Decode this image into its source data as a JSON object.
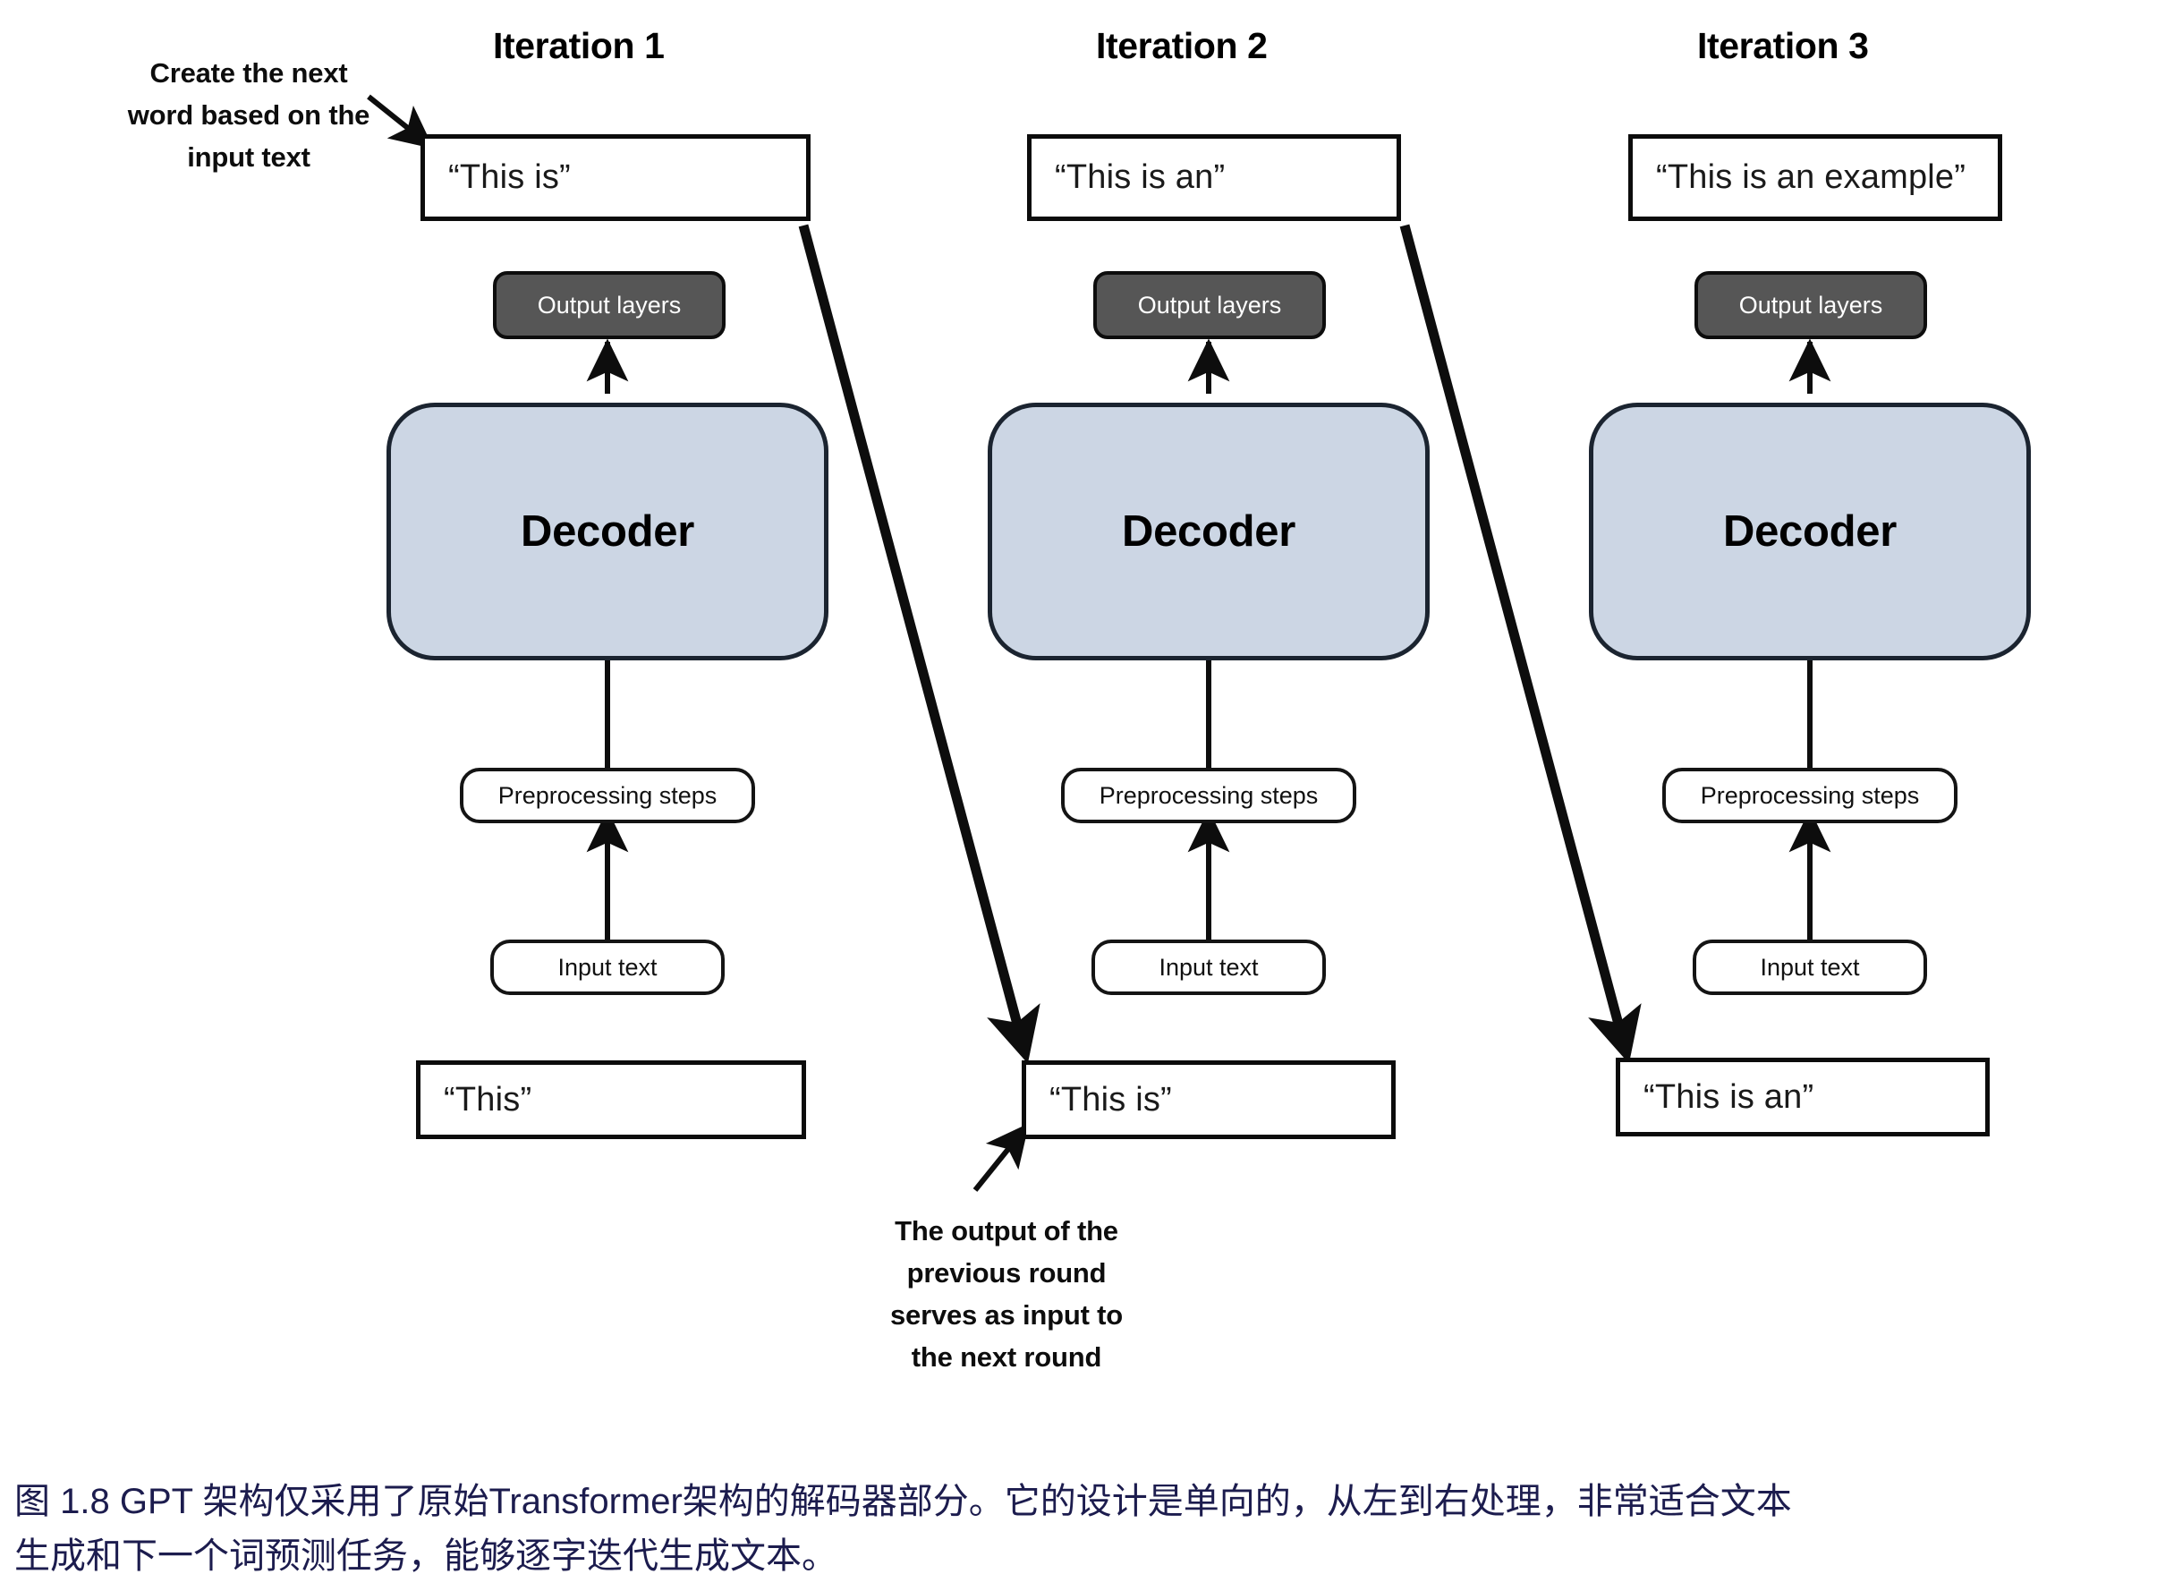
{
  "figure": {
    "iterations": [
      {
        "title": "Iteration 1",
        "top_box_text": "“This is”",
        "output_layers_label": "Output layers",
        "decoder_label": "Decoder",
        "preprocessing_label": "Preprocessing steps",
        "input_label": "Input text",
        "bottom_box_text": "“This”"
      },
      {
        "title": "Iteration 2",
        "top_box_text": "“This is an”",
        "output_layers_label": "Output layers",
        "decoder_label": "Decoder",
        "preprocessing_label": "Preprocessing steps",
        "input_label": "Input text",
        "bottom_box_text": "“This is”"
      },
      {
        "title": "Iteration 3",
        "top_box_text": "“This is an example”",
        "output_layers_label": "Output layers",
        "decoder_label": "Decoder",
        "preprocessing_label": "Preprocessing steps",
        "input_label": "Input text",
        "bottom_box_text": "“This is an”"
      }
    ],
    "annotations": {
      "top_left_callout": "Create the next\nword based on the\ninput text",
      "bottom_callout": "The output of the\nprevious round\nserves as input to\nthe next round"
    },
    "caption": {
      "line1": "图 1.8  GPT 架构仅采用了原始Transformer架构的解码器部分。它的设计是单向的，从左到右处理，非常适合文本",
      "line2": "生成和下一个词预测任务，能够逐字迭代生成文本。"
    },
    "colors": {
      "decoder_fill": "#ccd6e4",
      "output_layers_fill": "#565656",
      "stroke": "#0d0d0d",
      "caption_text": "#1c1c4e",
      "background": "#ffffff"
    }
  }
}
